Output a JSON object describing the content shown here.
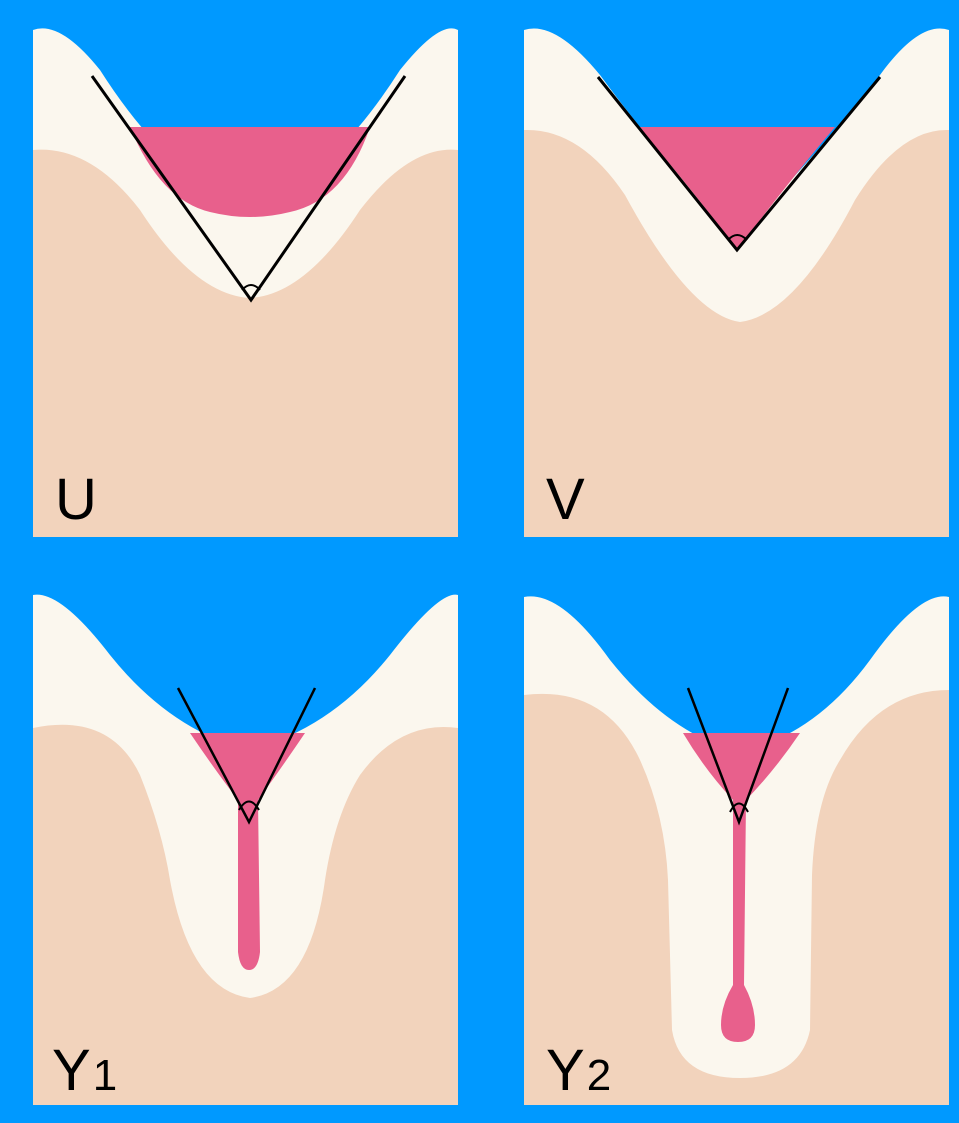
{
  "colors": {
    "background": "#0099ff",
    "enamel": "#fbf7ee",
    "dentin": "#f2d3bc",
    "fissure_fill": "#e8608c",
    "outline": "#000000"
  },
  "panels": [
    {
      "id": "U",
      "label_main": "U",
      "label_sub": ""
    },
    {
      "id": "V",
      "label_main": "V",
      "label_sub": ""
    },
    {
      "id": "Y1",
      "label_main": "Y",
      "label_sub": "1"
    },
    {
      "id": "Y2",
      "label_main": "Y",
      "label_sub": "2"
    }
  ]
}
